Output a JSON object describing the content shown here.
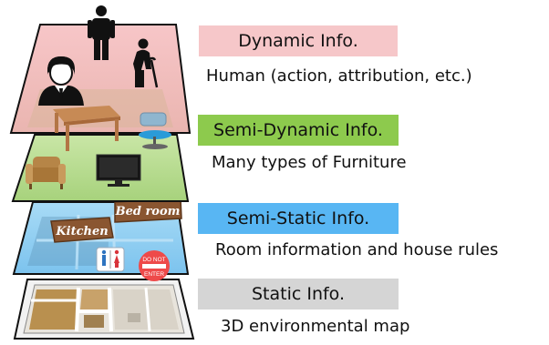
{
  "layers": [
    {
      "id": "dynamic",
      "tag": "Dynamic Info.",
      "description": "Human (action, attribution, etc.)",
      "color": "#f6c7c9"
    },
    {
      "id": "semi-dynamic",
      "tag": "Semi-Dynamic Info.",
      "description": "Many types of Furniture",
      "color": "#8dca4d"
    },
    {
      "id": "semi-static",
      "tag": "Semi-Static Info.",
      "description": "Room information and house rules",
      "color": "#58b6f3"
    },
    {
      "id": "static",
      "tag": "Static Info.",
      "description": "3D environmental map",
      "color": "#d5d5d5"
    }
  ],
  "signs": {
    "kitchen": "Kitchen",
    "bedroom": "Bed room",
    "do_not_enter_line1": "DO NOT",
    "do_not_enter_line2": "ENTER"
  },
  "icons": [
    "standing-person-icon",
    "elderly-person-with-cane-icon",
    "businessman-icon",
    "table-icon",
    "office-chair-icon",
    "armchair-icon",
    "television-icon",
    "restroom-sign-icon",
    "do-not-enter-icon",
    "floor-plan-3d-icon"
  ]
}
